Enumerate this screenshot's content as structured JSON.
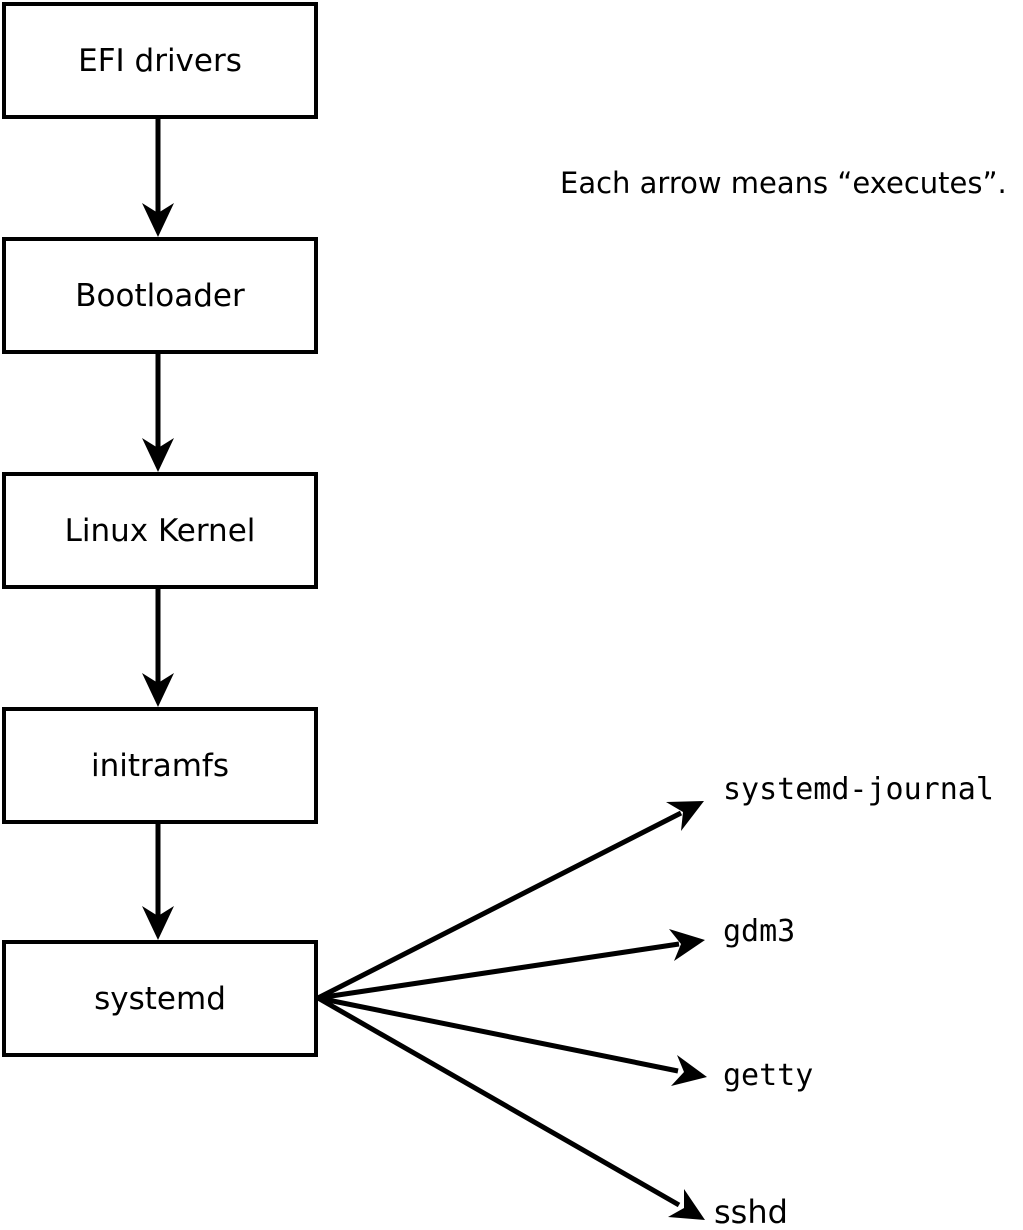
{
  "caption": "Each arrow means “executes”.",
  "diagram": {
    "nodes": [
      {
        "label": "EFI drivers"
      },
      {
        "label": "Bootloader"
      },
      {
        "label": "Linux Kernel"
      },
      {
        "label": "initramfs"
      },
      {
        "label": "systemd"
      }
    ],
    "spawned": [
      {
        "label": "systemd-journal"
      },
      {
        "label": "gdm3"
      },
      {
        "label": "getty"
      },
      {
        "label": "sshd"
      }
    ],
    "edges": [
      {
        "from": "EFI drivers",
        "to": "Bootloader",
        "relation": "executes"
      },
      {
        "from": "Bootloader",
        "to": "Linux Kernel",
        "relation": "executes"
      },
      {
        "from": "Linux Kernel",
        "to": "initramfs",
        "relation": "executes"
      },
      {
        "from": "initramfs",
        "to": "systemd",
        "relation": "executes"
      },
      {
        "from": "systemd",
        "to": "systemd-journal",
        "relation": "executes"
      },
      {
        "from": "systemd",
        "to": "gdm3",
        "relation": "executes"
      },
      {
        "from": "systemd",
        "to": "getty",
        "relation": "executes"
      },
      {
        "from": "systemd",
        "to": "sshd",
        "relation": "executes"
      }
    ]
  },
  "colors": {
    "foreground": "#000000",
    "background": "#ffffff"
  }
}
